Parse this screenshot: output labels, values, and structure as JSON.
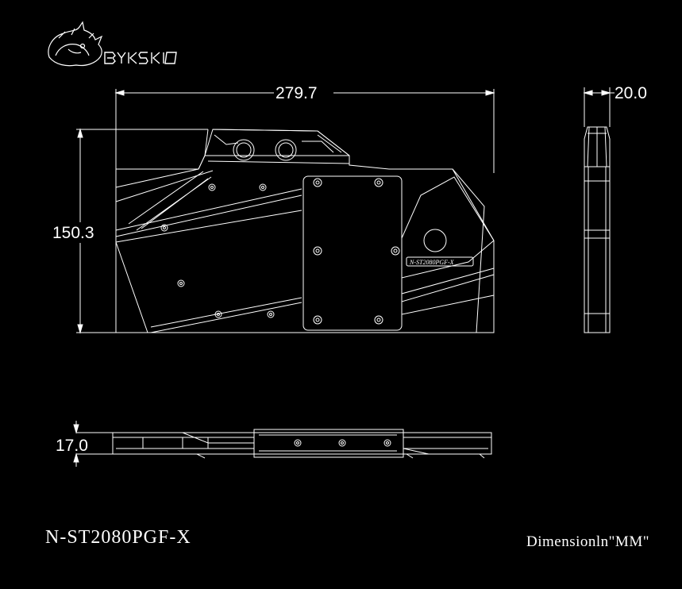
{
  "brand": {
    "logo_text": "BYKSKI"
  },
  "dimensions": {
    "width": "279.7",
    "height": "150.3",
    "depth": "20.0",
    "thickness": "17.0"
  },
  "plate_label": "N-ST2080PGF-X",
  "footer": {
    "model": "N-ST2080PGF-X",
    "unit_note": "Dimensionln\"MM\""
  },
  "colors": {
    "background": "#000000",
    "line": "#ffffff"
  }
}
